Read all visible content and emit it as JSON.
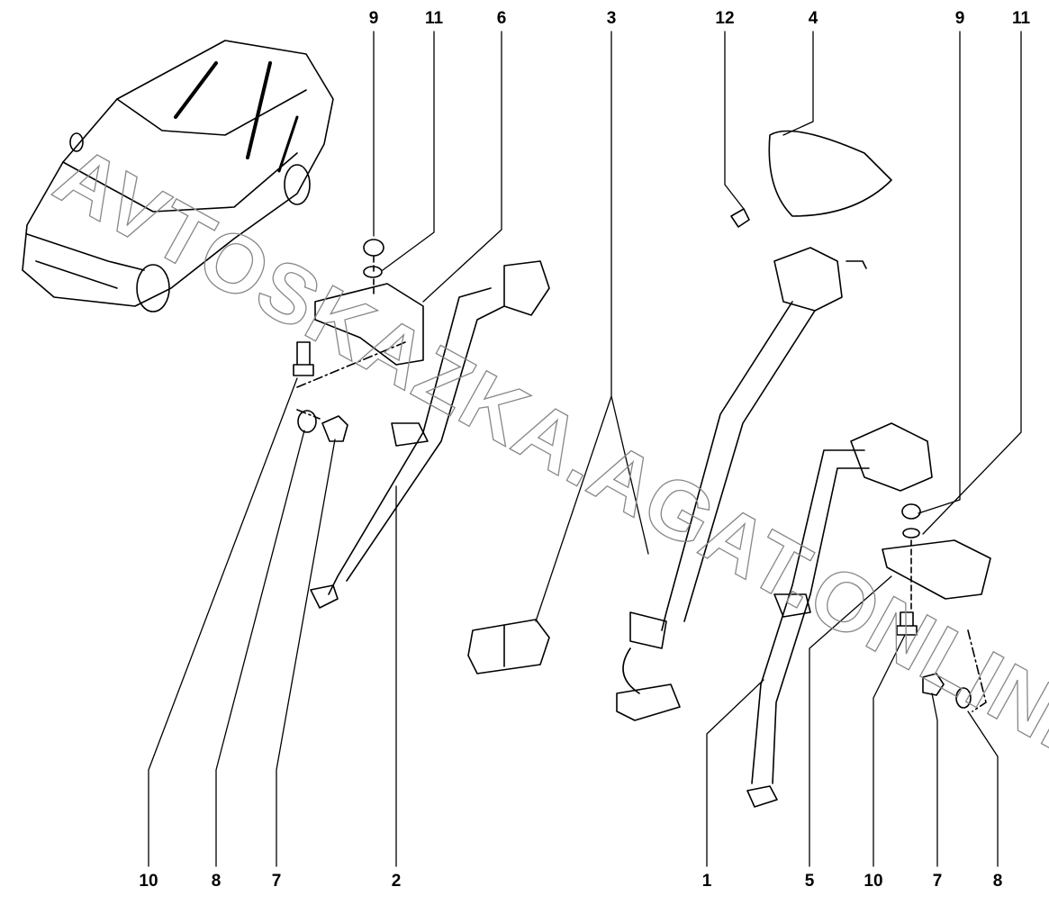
{
  "diagram": {
    "watermark": "AVTOSKAZKA.AGAT.ONLINE",
    "callouts_top": [
      "9",
      "11",
      "6",
      "3",
      "12",
      "4",
      "9",
      "11"
    ],
    "callouts_bottom": [
      "10",
      "8",
      "7",
      "2",
      "1",
      "5",
      "10",
      "7",
      "8"
    ]
  }
}
